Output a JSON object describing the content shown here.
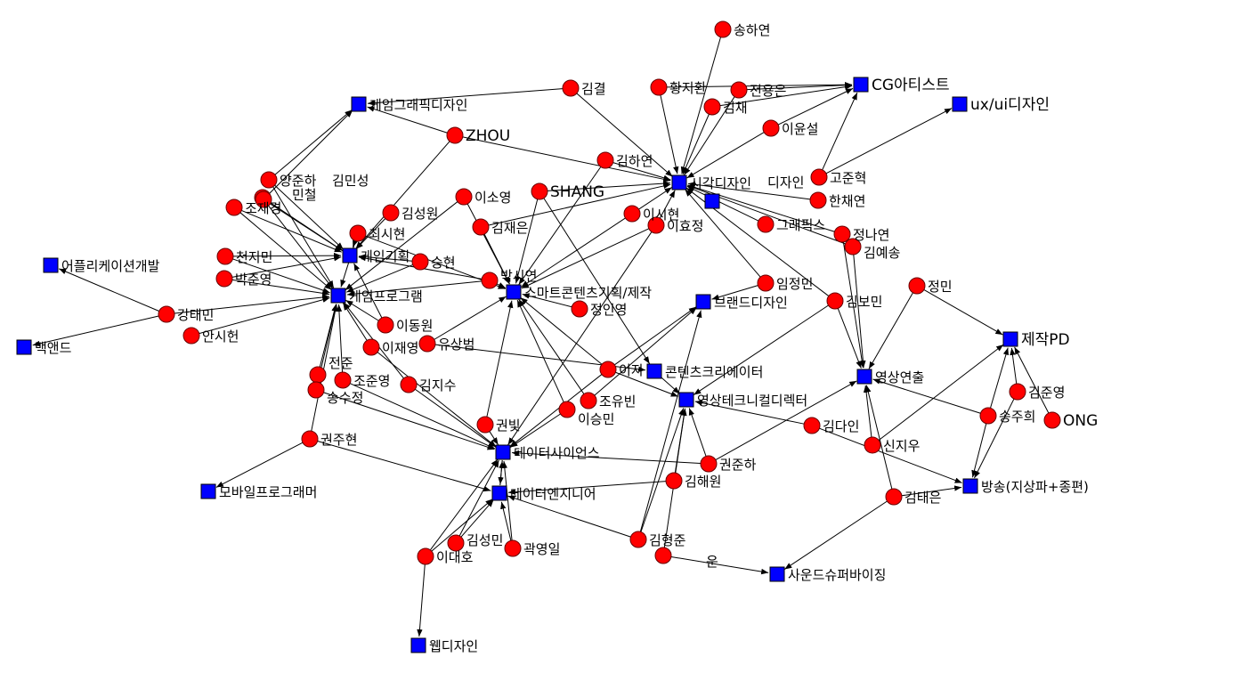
{
  "colors": {
    "person": "#ff0000",
    "category": "#0000ff",
    "edge": "#000000"
  },
  "nodes": [
    {
      "id": "c_gamegraphic",
      "label": "게임그래픽디자인",
      "type": "category"
    },
    {
      "id": "c_cg",
      "label": "CG아티스트",
      "type": "category"
    },
    {
      "id": "c_uxui",
      "label": "ux/ui디자인",
      "type": "category"
    },
    {
      "id": "c_visual",
      "label": "시각디자인",
      "type": "category"
    },
    {
      "id": "c_design2",
      "label": "디자인",
      "type": "category"
    },
    {
      "id": "c_app",
      "label": "어플리케이션개발",
      "type": "category"
    },
    {
      "id": "c_gameplan",
      "label": "게임기획",
      "type": "category"
    },
    {
      "id": "c_gameprog",
      "label": "게임프로그램",
      "type": "category"
    },
    {
      "id": "c_smart",
      "label": "스마트콘텐츠기획/제작",
      "type": "category"
    },
    {
      "id": "c_brand",
      "label": "브랜드디자인",
      "type": "category"
    },
    {
      "id": "c_backend",
      "label": "백앤드",
      "type": "category"
    },
    {
      "id": "c_creator",
      "label": "콘텐츠크리에이터",
      "type": "category"
    },
    {
      "id": "c_video",
      "label": "영상연출",
      "type": "category"
    },
    {
      "id": "c_vtd",
      "label": "영상테크니컬디렉터",
      "type": "category"
    },
    {
      "id": "c_pd",
      "label": "제작PD",
      "type": "category"
    },
    {
      "id": "c_ds",
      "label": "데이터사이언스",
      "type": "category"
    },
    {
      "id": "c_de",
      "label": "데이터엔지니어",
      "type": "category"
    },
    {
      "id": "c_broadcast",
      "label": "방송(지상파+종편)",
      "type": "category"
    },
    {
      "id": "c_mobile",
      "label": "모바일프로그래머",
      "type": "category"
    },
    {
      "id": "c_sound",
      "label": "사운드슈퍼바이징",
      "type": "category"
    },
    {
      "id": "c_web",
      "label": "웹디자인",
      "type": "category"
    },
    {
      "id": "p1",
      "label": "송하연",
      "type": "person"
    },
    {
      "id": "p2",
      "label": "황지환",
      "type": "person"
    },
    {
      "id": "p3",
      "label": "김채",
      "type": "person"
    },
    {
      "id": "p4",
      "label": "전용은",
      "type": "person"
    },
    {
      "id": "p5",
      "label": "김결",
      "type": "person"
    },
    {
      "id": "p6",
      "label": "이윤설",
      "type": "person"
    },
    {
      "id": "p7",
      "label": "ZHOU",
      "type": "person"
    },
    {
      "id": "p8",
      "label": "김하연",
      "type": "person"
    },
    {
      "id": "p9",
      "label": "고준혁",
      "type": "person"
    },
    {
      "id": "p10",
      "label": "한채연",
      "type": "person"
    },
    {
      "id": "p11",
      "label": "SHANG",
      "type": "person"
    },
    {
      "id": "p12",
      "label": "이소영",
      "type": "person"
    },
    {
      "id": "p13",
      "label": "김성원",
      "type": "person"
    },
    {
      "id": "p14",
      "label": "김재은",
      "type": "person"
    },
    {
      "id": "p15",
      "label": "이시현",
      "type": "person"
    },
    {
      "id": "p16",
      "label": "이효정",
      "type": "person"
    },
    {
      "id": "p17",
      "label": "양준하",
      "type": "person"
    },
    {
      "id": "p18",
      "label": "김민성",
      "type": "person"
    },
    {
      "id": "p19",
      "label": "민철",
      "type": "person"
    },
    {
      "id": "p20",
      "label": "조재경",
      "type": "person"
    },
    {
      "id": "p21",
      "label": "최시현",
      "type": "person"
    },
    {
      "id": "p22",
      "label": "천지민",
      "type": "person"
    },
    {
      "id": "p23",
      "label": "박준영",
      "type": "person"
    },
    {
      "id": "p24",
      "label": "승현",
      "type": "person"
    },
    {
      "id": "p25",
      "label": "박시연",
      "type": "person"
    },
    {
      "id": "p26",
      "label": "정나연",
      "type": "person"
    },
    {
      "id": "p27",
      "label": "김예송",
      "type": "person"
    },
    {
      "id": "p28",
      "label": "임정민",
      "type": "person"
    },
    {
      "id": "p29",
      "label": "김보민",
      "type": "person"
    },
    {
      "id": "p30",
      "label": "정민",
      "type": "person"
    },
    {
      "id": "p31",
      "label": "정인영",
      "type": "person"
    },
    {
      "id": "p32",
      "label": "강태민",
      "type": "person"
    },
    {
      "id": "p33",
      "label": "안시헌",
      "type": "person"
    },
    {
      "id": "p34",
      "label": "이동원",
      "type": "person"
    },
    {
      "id": "p35",
      "label": "이재영",
      "type": "person"
    },
    {
      "id": "p36",
      "label": "유상범",
      "type": "person"
    },
    {
      "id": "p37",
      "label": "이지",
      "type": "person"
    },
    {
      "id": "p38",
      "label": "전준",
      "type": "person"
    },
    {
      "id": "p39",
      "label": "조준영",
      "type": "person"
    },
    {
      "id": "p40",
      "label": "송수정",
      "type": "person"
    },
    {
      "id": "p41",
      "label": "김지수",
      "type": "person"
    },
    {
      "id": "p42",
      "label": "조유빈",
      "type": "person"
    },
    {
      "id": "p43",
      "label": "이승민",
      "type": "person"
    },
    {
      "id": "p44",
      "label": "권빛",
      "type": "person"
    },
    {
      "id": "p45",
      "label": "김다인",
      "type": "person"
    },
    {
      "id": "p46",
      "label": "신지우",
      "type": "person"
    },
    {
      "id": "p47",
      "label": "김준영",
      "type": "person"
    },
    {
      "id": "p48",
      "label": "송주희",
      "type": "person"
    },
    {
      "id": "p49",
      "label": "권주현",
      "type": "person"
    },
    {
      "id": "p50",
      "label": "권준하",
      "type": "person"
    },
    {
      "id": "p51",
      "label": "김해원",
      "type": "person"
    },
    {
      "id": "p52",
      "label": "김태은",
      "type": "person"
    },
    {
      "id": "p53",
      "label": "김형준",
      "type": "person"
    },
    {
      "id": "p54",
      "label": "운",
      "type": "person"
    },
    {
      "id": "p55",
      "label": "김성민",
      "type": "person"
    },
    {
      "id": "p56",
      "label": "곽영일",
      "type": "person"
    },
    {
      "id": "p57",
      "label": "이대호",
      "type": "person"
    },
    {
      "id": "p58",
      "label": "ONG",
      "type": "person"
    },
    {
      "id": "p59",
      "label": "그래픽스",
      "type": "person"
    }
  ],
  "edges": [
    [
      "p5",
      "c_gamegraphic"
    ],
    [
      "p5",
      "c_visual"
    ],
    [
      "p1",
      "c_visual"
    ],
    [
      "p2",
      "c_visual"
    ],
    [
      "p3",
      "c_visual"
    ],
    [
      "p4",
      "c_visual"
    ],
    [
      "p4",
      "c_cg"
    ],
    [
      "p2",
      "c_cg"
    ],
    [
      "p3",
      "c_cg"
    ],
    [
      "p6",
      "c_visual"
    ],
    [
      "p6",
      "c_cg"
    ],
    [
      "p7",
      "c_gamegraphic"
    ],
    [
      "p7",
      "c_visual"
    ],
    [
      "p7",
      "c_gameplan"
    ],
    [
      "p8",
      "c_visual"
    ],
    [
      "p8",
      "c_smart"
    ],
    [
      "p9",
      "c_uxui"
    ],
    [
      "p9",
      "c_cg"
    ],
    [
      "p10",
      "c_visual"
    ],
    [
      "p11",
      "c_visual"
    ],
    [
      "p11",
      "c_smart"
    ],
    [
      "p11",
      "c_creator"
    ],
    [
      "p12",
      "c_gameprog"
    ],
    [
      "p12",
      "c_smart"
    ],
    [
      "p13",
      "c_gameplan"
    ],
    [
      "p14",
      "c_smart"
    ],
    [
      "p14",
      "c_visual"
    ],
    [
      "p15",
      "c_smart"
    ],
    [
      "p15",
      "c_visual"
    ],
    [
      "p16",
      "c_smart"
    ],
    [
      "p16",
      "c_visual"
    ],
    [
      "p16",
      "c_ds"
    ],
    [
      "p17",
      "c_gamegraphic"
    ],
    [
      "p17",
      "c_gameplan"
    ],
    [
      "p17",
      "c_gameprog"
    ],
    [
      "p19",
      "c_gamegraphic"
    ],
    [
      "p19",
      "c_gameplan"
    ],
    [
      "p19",
      "c_gameprog"
    ],
    [
      "p20",
      "c_gameplan"
    ],
    [
      "p20",
      "c_gameprog"
    ],
    [
      "p21",
      "c_gameplan"
    ],
    [
      "p21",
      "c_gameprog"
    ],
    [
      "p21",
      "c_smart"
    ],
    [
      "p22",
      "c_gameplan"
    ],
    [
      "p22",
      "c_gameprog"
    ],
    [
      "p23",
      "c_gameprog"
    ],
    [
      "p23",
      "c_gameplan"
    ],
    [
      "p24",
      "c_gameplan"
    ],
    [
      "p24",
      "c_gameprog"
    ],
    [
      "p25",
      "c_smart"
    ],
    [
      "p25",
      "c_gameprog"
    ],
    [
      "p25",
      "c_gameplan"
    ],
    [
      "p26",
      "c_visual"
    ],
    [
      "p26",
      "c_video"
    ],
    [
      "p27",
      "c_visual"
    ],
    [
      "p27",
      "c_video"
    ],
    [
      "p28",
      "c_visual"
    ],
    [
      "p28",
      "c_brand"
    ],
    [
      "p29",
      "c_video"
    ],
    [
      "p29",
      "c_visual"
    ],
    [
      "p29",
      "c_vtd"
    ],
    [
      "p30",
      "c_pd"
    ],
    [
      "p30",
      "c_video"
    ],
    [
      "p31",
      "c_smart"
    ],
    [
      "p32",
      "c_app"
    ],
    [
      "p32",
      "c_backend"
    ],
    [
      "p32",
      "c_gameprog"
    ],
    [
      "p33",
      "c_gameprog"
    ],
    [
      "p34",
      "c_gameplan"
    ],
    [
      "p34",
      "c_gameprog"
    ],
    [
      "p35",
      "c_gameprog"
    ],
    [
      "p35",
      "c_ds"
    ],
    [
      "p36",
      "c_creator"
    ],
    [
      "p36",
      "c_smart"
    ],
    [
      "p37",
      "c_smart"
    ],
    [
      "p37",
      "c_brand"
    ],
    [
      "p37",
      "c_ds"
    ],
    [
      "p37",
      "c_vtd"
    ],
    [
      "p38",
      "c_gameprog"
    ],
    [
      "p39",
      "c_gameprog"
    ],
    [
      "p39",
      "c_ds"
    ],
    [
      "p40",
      "c_gameprog"
    ],
    [
      "p40",
      "c_ds"
    ],
    [
      "p41",
      "c_gameprog"
    ],
    [
      "p41",
      "c_ds"
    ],
    [
      "p42",
      "c_smart"
    ],
    [
      "p42",
      "c_brand"
    ],
    [
      "p43",
      "c_smart"
    ],
    [
      "p43",
      "c_ds"
    ],
    [
      "p44",
      "c_ds"
    ],
    [
      "p44",
      "c_smart"
    ],
    [
      "p45",
      "c_vtd"
    ],
    [
      "p45",
      "c_broadcast"
    ],
    [
      "p46",
      "c_video"
    ],
    [
      "p46",
      "c_pd"
    ],
    [
      "p47",
      "c_pd"
    ],
    [
      "p47",
      "c_broadcast"
    ],
    [
      "p48",
      "c_pd"
    ],
    [
      "p48",
      "c_broadcast"
    ],
    [
      "p48",
      "c_video"
    ],
    [
      "p49",
      "c_mobile"
    ],
    [
      "p49",
      "c_gameprog"
    ],
    [
      "p49",
      "c_de"
    ],
    [
      "p50",
      "c_vtd"
    ],
    [
      "p50",
      "c_ds"
    ],
    [
      "p50",
      "c_video"
    ],
    [
      "p51",
      "c_vtd"
    ],
    [
      "p51",
      "c_de"
    ],
    [
      "p52",
      "c_broadcast"
    ],
    [
      "p52",
      "c_sound"
    ],
    [
      "p52",
      "c_video"
    ],
    [
      "p53",
      "c_vtd"
    ],
    [
      "p53",
      "c_de"
    ],
    [
      "p53",
      "c_brand"
    ],
    [
      "p54",
      "c_vtd"
    ],
    [
      "p54",
      "c_sound"
    ],
    [
      "p55",
      "c_de"
    ],
    [
      "p55",
      "c_ds"
    ],
    [
      "p56",
      "c_de"
    ],
    [
      "p56",
      "c_ds"
    ],
    [
      "p57",
      "c_web"
    ],
    [
      "p57",
      "c_de"
    ],
    [
      "p57",
      "c_ds"
    ],
    [
      "c_ds",
      "c_de"
    ],
    [
      "c_de",
      "c_ds"
    ],
    [
      "c_creator",
      "c_vtd"
    ],
    [
      "p58",
      "c_pd"
    ],
    [
      "p59",
      "c_visual"
    ],
    [
      "p18",
      "c_gameplan"
    ]
  ]
}
